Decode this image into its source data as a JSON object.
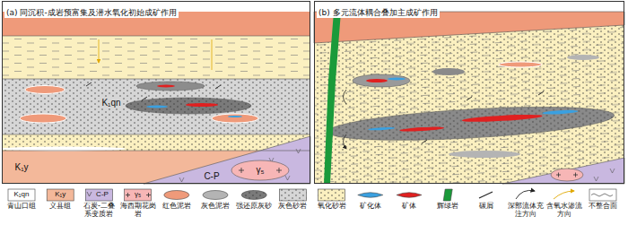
{
  "diagram": {
    "nodes": [
      {
        "text": [
          "(a) 同沉积-成岩预富集及潜水氧化初始成矿作用"
        ]
      },
      {
        "text": [
          "(b) 多元流体耦合叠加主成矿作用"
        ]
      }
    ],
    "labels": [
      "K₁qn",
      "K₁y",
      "C-P",
      "γ₅",
      "K₁qn",
      "K₁y",
      "C-P",
      "γ₅"
    ],
    "legend": [
      {
        "text": "青山口组"
      },
      {
        "text": "义县组",
        "color": "#f3b89a"
      },
      {
        "text": "石炭-二叠系变质岩",
        "color": "#c9b8e0"
      },
      {
        "text": "海西期花岗岩",
        "color": "#f7b6b6"
      },
      {
        "text": "红色泥岩",
        "color": "#ef9a7a"
      },
      {
        "text": "灰色泥岩",
        "color": "#b4b4b4"
      },
      {
        "text": "强还原灰砂",
        "color": "#7a7a7a"
      },
      {
        "text": "灰色砂岩",
        "color": "#d6d6d6"
      },
      {
        "text": "氧化砂岩",
        "color": "#fbf0c0"
      },
      {
        "text": "矿化体",
        "color": "#3aa0e0"
      },
      {
        "text": "矿体",
        "color": "#e02020"
      },
      {
        "text": "辉绿岩",
        "color": "#1a9a3a"
      },
      {
        "text": "碳屑"
      },
      {
        "text": "深部流体充注方向"
      },
      {
        "text": "含氧水渗流方向"
      },
      {
        "text": "不整合面"
      }
    ]
  }
}
